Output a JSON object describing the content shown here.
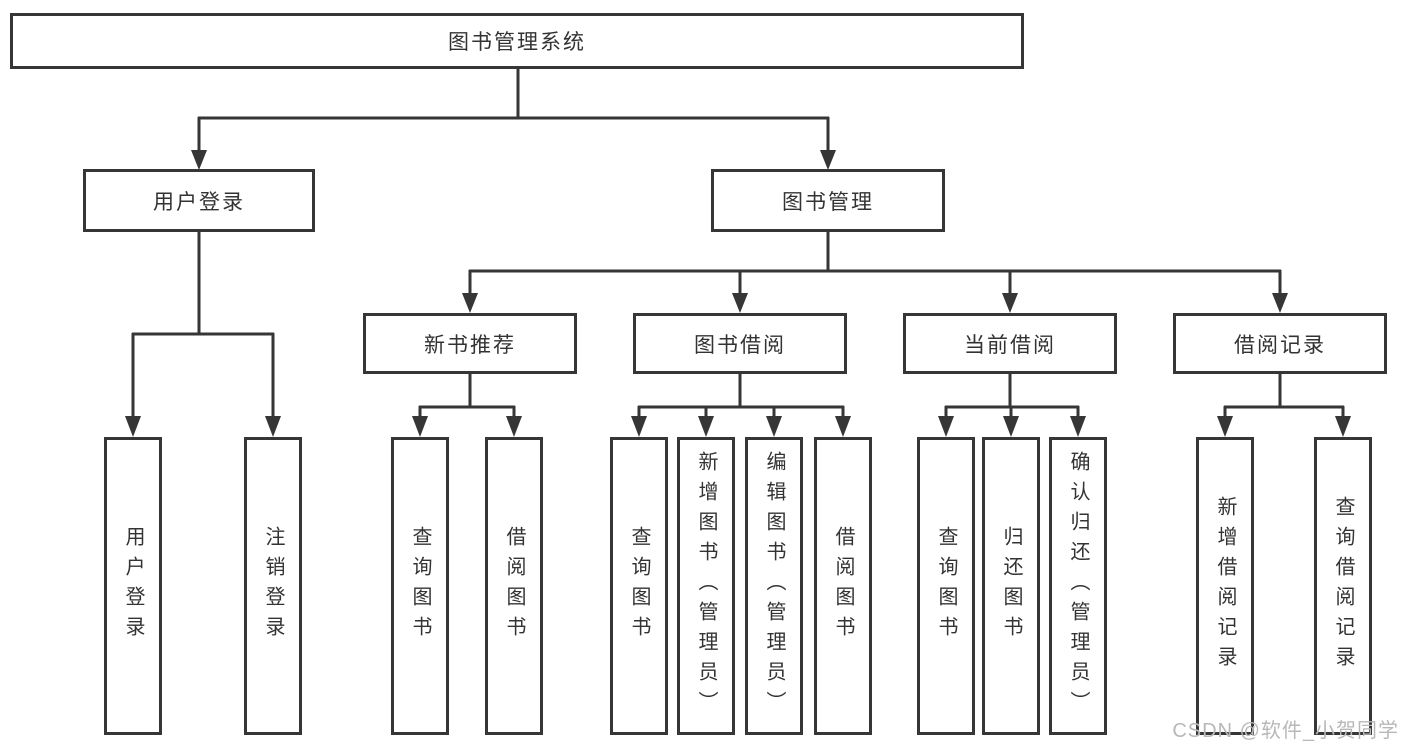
{
  "tree": {
    "root": {
      "label": "图书管理系统"
    },
    "branches": [
      {
        "label": "用户登录",
        "children": [
          {
            "label": "用户登录"
          },
          {
            "label": "注销登录"
          }
        ]
      },
      {
        "label": "图书管理",
        "sections": [
          {
            "label": "新书推荐",
            "children": [
              {
                "label": "查询图书"
              },
              {
                "label": "借阅图书"
              }
            ]
          },
          {
            "label": "图书借阅",
            "children": [
              {
                "label": "查询图书"
              },
              {
                "label": "新增图书（管理员）"
              },
              {
                "label": "编辑图书（管理员）"
              },
              {
                "label": "借阅图书"
              }
            ]
          },
          {
            "label": "当前借阅",
            "children": [
              {
                "label": "查询图书"
              },
              {
                "label": "归还图书"
              },
              {
                "label": "确认归还（管理员）"
              }
            ]
          },
          {
            "label": "借阅记录",
            "children": [
              {
                "label": "新增借阅记录"
              },
              {
                "label": "查询借阅记录"
              }
            ]
          }
        ]
      }
    ]
  },
  "watermark": {
    "text": "CSDN @软件_小贺同学"
  },
  "colors": {
    "line": "#363636",
    "text": "#333333",
    "background": "#ffffff",
    "watermark": "#b8b8b8"
  }
}
